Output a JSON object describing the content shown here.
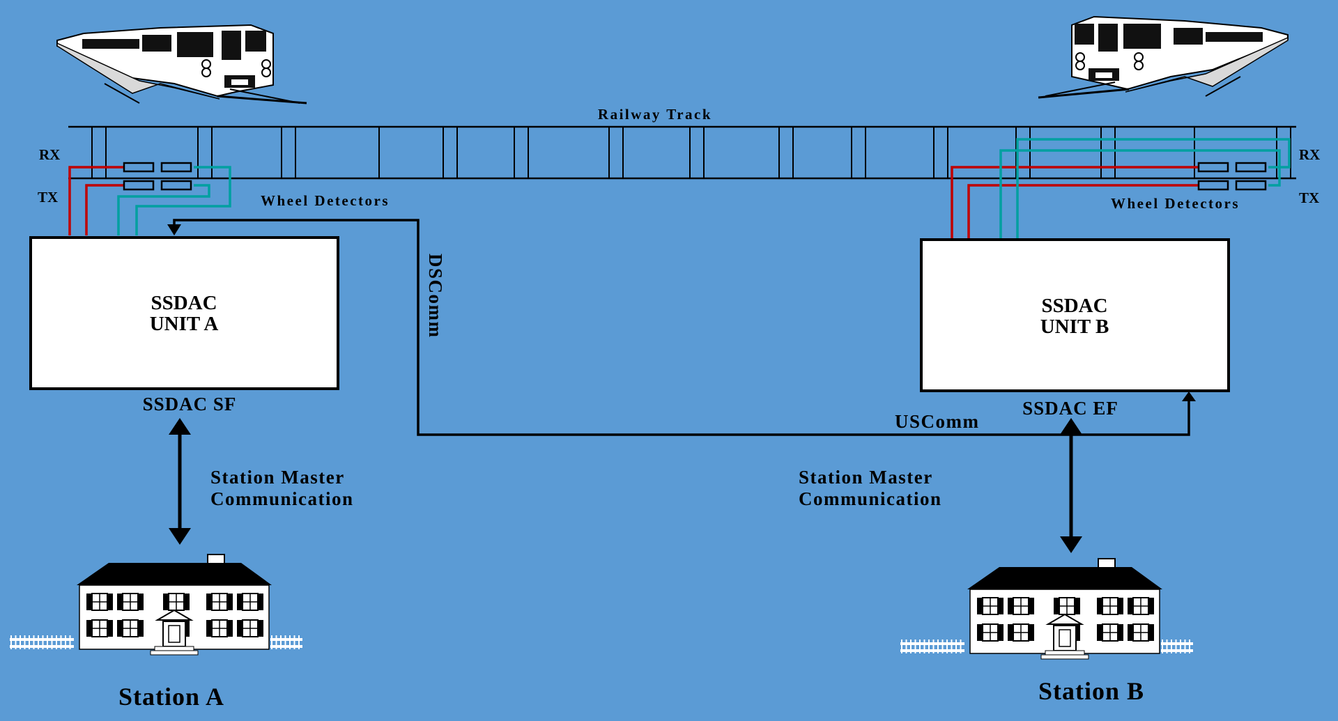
{
  "track": {
    "label": "Railway Track"
  },
  "left": {
    "rx_label": "RX",
    "tx_label": "TX",
    "wheel_detectors_label": "Wheel Detectors",
    "unit_title_line1": "SSDAC",
    "unit_title_line2": "UNIT A",
    "unit_caption": "SSDAC SF",
    "comm_line1": "Station Master",
    "comm_line2": "Communication",
    "station_label": "Station A"
  },
  "right": {
    "rx_label": "RX",
    "tx_label": "TX",
    "wheel_detectors_label": "Wheel Detectors",
    "unit_title_line1": "SSDAC",
    "unit_title_line2": "UNIT B",
    "unit_caption": "SSDAC EF",
    "comm_line1": "Station Master",
    "comm_line2": "Communication",
    "station_label": "Station B"
  },
  "links": {
    "downstream_label": "DSComm",
    "upstream_label": "USComm"
  },
  "colors": {
    "background": "#5b9bd5",
    "rx_wire": "#c00000",
    "tx_wire": "#00a0a0",
    "line": "#000000",
    "box_fill": "#ffffff"
  }
}
